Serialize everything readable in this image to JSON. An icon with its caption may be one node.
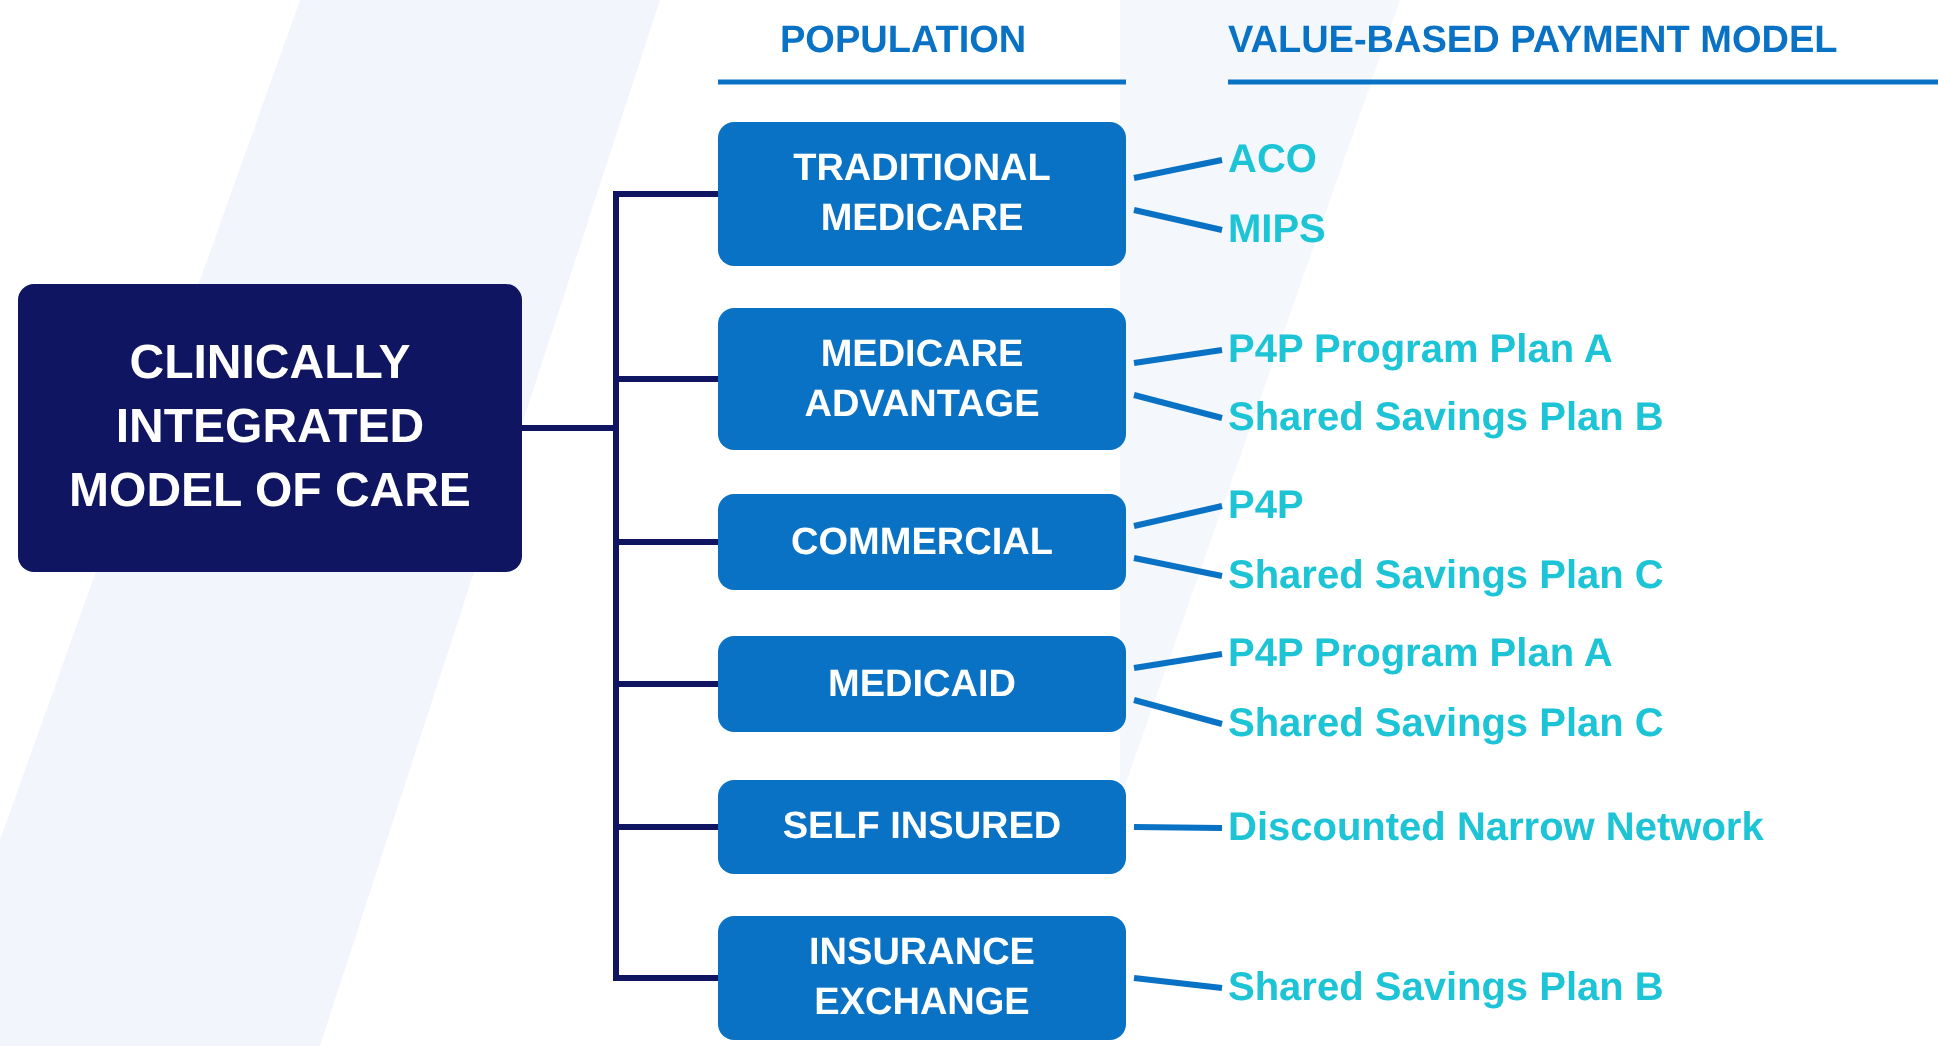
{
  "diagram": {
    "nodes": [
      {
        "text": [
          "CLINICALLY INTEGRATED MODEL OF CARE"
        ]
      },
      {
        "text": [
          "TRADITIONAL MEDICARE"
        ]
      },
      {
        "text": [
          "MEDICARE ADVANTAGE"
        ]
      },
      {
        "text": [
          "COMMERCIAL"
        ]
      },
      {
        "text": [
          "MEDICAID"
        ]
      },
      {
        "text": [
          "SELF INSURED"
        ]
      },
      {
        "text": [
          "INSURANCE EXCHANGE"
        ]
      },
      {
        "text": [
          "ACO"
        ]
      },
      {
        "text": [
          "MIPS"
        ]
      },
      {
        "text": [
          "P4P Program Plan A"
        ]
      },
      {
        "text": [
          "Shared Savings Plan B"
        ]
      },
      {
        "text": [
          "P4P"
        ]
      },
      {
        "text": [
          "Shared Savings Plan C"
        ]
      },
      {
        "text": [
          "P4P Program Plan A"
        ]
      },
      {
        "text": [
          "Shared Savings Plan C"
        ]
      },
      {
        "text": [
          "Discounted Narrow Network"
        ]
      },
      {
        "text": [
          "Shared Savings Plan B"
        ]
      }
    ],
    "edges": [
      {
        "from": 0,
        "to": 1,
        "arrow": "none",
        "color": "#0f1560"
      },
      {
        "from": 0,
        "to": 2,
        "arrow": "none",
        "color": "#0f1560"
      },
      {
        "from": 0,
        "to": 3,
        "arrow": "none",
        "color": "#0f1560"
      },
      {
        "from": 0,
        "to": 4,
        "arrow": "none",
        "color": "#0f1560"
      },
      {
        "from": 0,
        "to": 5,
        "arrow": "none",
        "color": "#0f1560"
      },
      {
        "from": 0,
        "to": 6,
        "arrow": "none",
        "color": "#0f1560"
      },
      {
        "from": 1,
        "to": 7,
        "arrow": "none",
        "color": "#0a72c4"
      },
      {
        "from": 1,
        "to": 8,
        "arrow": "none",
        "color": "#0a72c4"
      },
      {
        "from": 2,
        "to": 9,
        "arrow": "none",
        "color": "#0a72c4"
      },
      {
        "from": 2,
        "to": 10,
        "arrow": "none",
        "color": "#0a72c4"
      },
      {
        "from": 3,
        "to": 11,
        "arrow": "none",
        "color": "#0a72c4"
      },
      {
        "from": 3,
        "to": 12,
        "arrow": "none",
        "color": "#0a72c4"
      },
      {
        "from": 4,
        "to": 13,
        "arrow": "none",
        "color": "#0a72c4"
      },
      {
        "from": 4,
        "to": 14,
        "arrow": "none",
        "color": "#0a72c4"
      },
      {
        "from": 5,
        "to": 15,
        "arrow": "none",
        "color": "#0a72c4"
      },
      {
        "from": 6,
        "to": 16,
        "arrow": "none",
        "color": "#0a72c4"
      }
    ],
    "labels": [
      "POPULATION",
      "VALUE-BASED PAYMENT MODEL"
    ]
  }
}
